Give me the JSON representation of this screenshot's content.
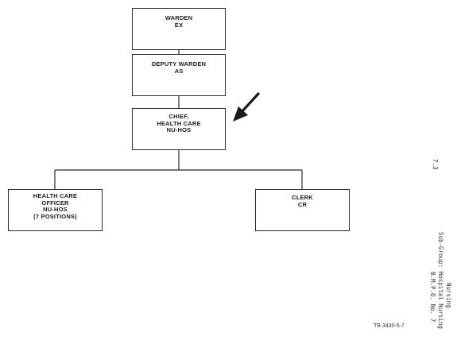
{
  "chart": {
    "boxes": {
      "warden": {
        "line1": "WARDEN",
        "line2": "EX"
      },
      "deputy": {
        "line1": "DEPUTY WARDEN",
        "line2": "AS"
      },
      "chief": {
        "line1": "CHIEF,",
        "line2": "HEALTH CARE",
        "line3": "NU-HOS"
      },
      "officer": {
        "line1": "HEALTH CARE",
        "line2": "OFFICER",
        "line3": "NU-HOS",
        "line4": "(7 POSITIONS)"
      },
      "clerk": {
        "line1": "CLERK",
        "line2": "CR"
      }
    }
  },
  "side_text": {
    "page": "7.3",
    "line1": "Nursing",
    "line2": "Sub-Group: Hospital Nursing",
    "line3": "B.M.P.O. No. 7"
  },
  "footer": {
    "code": "TB 3430-5-7"
  }
}
